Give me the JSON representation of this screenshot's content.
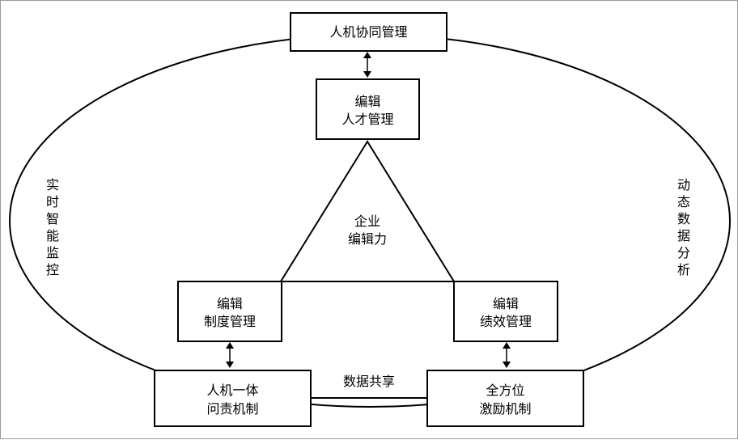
{
  "diagram": {
    "top_box": {
      "label": "人机协同管理"
    },
    "talent_box": {
      "line1": "编辑",
      "line2": "人才管理"
    },
    "triangle_center": {
      "line1": "企业",
      "line2": "编辑力"
    },
    "system_box": {
      "line1": "编辑",
      "line2": "制度管理"
    },
    "performance_box": {
      "line1": "编辑",
      "line2": "绩效管理"
    },
    "accountability_box": {
      "line1": "人机一体",
      "line2": "问责机制"
    },
    "incentive_box": {
      "line1": "全方位",
      "line2": "激励机制"
    },
    "bottom_link_label": "数据共享",
    "left_side_label": [
      "实",
      "时",
      "智",
      "能",
      "监",
      "控"
    ],
    "right_side_label": [
      "动",
      "态",
      "数",
      "据",
      "分",
      "析"
    ],
    "colors": {
      "stroke": "#000000",
      "fill": "#ffffff",
      "frame": "#9a9a9a"
    }
  }
}
